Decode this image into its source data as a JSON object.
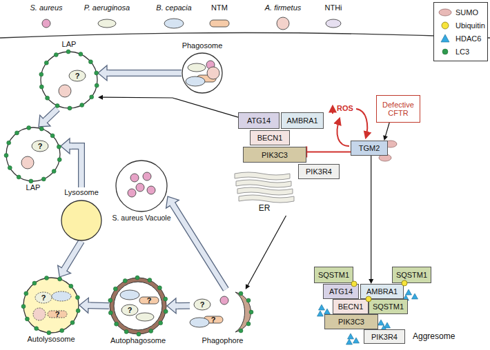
{
  "diagram": {
    "nodes": [
      {
        "text": [
          "Phagosome"
        ]
      },
      {
        "text": [
          "LAP"
        ]
      },
      {
        "text": [
          "LAP"
        ]
      },
      {
        "text": [
          "Lysosome"
        ]
      },
      {
        "text": [
          "S. aureus Vacuole"
        ]
      },
      {
        "text": [
          "ATG14"
        ]
      },
      {
        "text": [
          "AMBRA1"
        ]
      },
      {
        "text": [
          "BECN1"
        ]
      },
      {
        "text": [
          "PIK3C3"
        ]
      },
      {
        "text": [
          "PIK3R4"
        ]
      },
      {
        "text": [
          "ER"
        ]
      },
      {
        "text": [
          "Defective CFTR"
        ]
      },
      {
        "text": [
          "TGM2"
        ]
      },
      {
        "text": [
          "Autolysosome"
        ]
      },
      {
        "text": [
          "Autophagosome"
        ]
      },
      {
        "text": [
          "Phagophore"
        ]
      },
      {
        "text": [
          "SQSTM1"
        ]
      },
      {
        "text": [
          "SQSTM1"
        ]
      },
      {
        "text": [
          "ATG14"
        ]
      },
      {
        "text": [
          "AMBRA1"
        ]
      },
      {
        "text": [
          "BECN1"
        ]
      },
      {
        "text": [
          "SQSTM1"
        ]
      },
      {
        "text": [
          "PIK3C3"
        ]
      },
      {
        "text": [
          "PIK3R4"
        ]
      }
    ],
    "edges": [
      {
        "from": 0,
        "to": 1,
        "arrow": "to"
      },
      {
        "from": 1,
        "to": 2,
        "arrow": "to"
      },
      {
        "from": 3,
        "to": 2,
        "arrow": "to"
      },
      {
        "from": 3,
        "to": 13,
        "arrow": "to"
      },
      {
        "from": 14,
        "to": 13,
        "arrow": "to"
      },
      {
        "from": 15,
        "to": 14,
        "arrow": "to"
      },
      {
        "from": 15,
        "to": 4,
        "arrow": "to"
      },
      {
        "from": 10,
        "to": 15,
        "arrow": "to"
      },
      {
        "from": 5,
        "to": 1,
        "arrow": "to"
      },
      {
        "from": 11,
        "to": 12,
        "arrow": "to"
      },
      {
        "from": 12,
        "to": 8,
        "arrow": "to"
      },
      {
        "from": 12,
        "to": 19,
        "arrow": "to"
      }
    ],
    "labels": [
      "S. aureus",
      "P. aeruginosa",
      "B. cepacia",
      "NTM",
      "A. firmetus",
      "NTHi",
      "ROS",
      "Aggresome",
      "?",
      "?",
      "?",
      "?",
      "?",
      "?",
      "?",
      "?"
    ],
    "legend": [
      {
        "text": "SUMO",
        "color": "#e8b9b7"
      },
      {
        "text": "Ubiquitin",
        "color": "#f7e43c"
      },
      {
        "text": "HDAC6",
        "color": "#35a8e0"
      },
      {
        "text": "LC3",
        "color": "#2e9a4e"
      }
    ]
  }
}
